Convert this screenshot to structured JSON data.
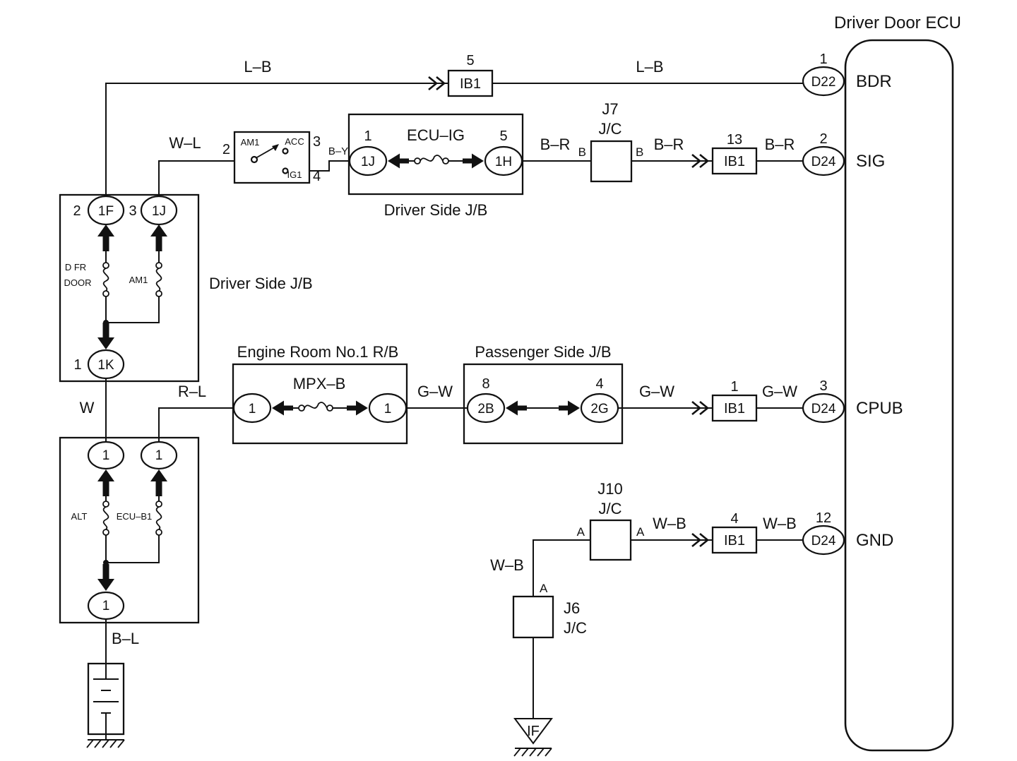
{
  "ecu": {
    "title": "Driver Door ECU",
    "pins": {
      "bdr": {
        "num": "1",
        "connector": "D22",
        "label": "BDR"
      },
      "sig": {
        "num": "2",
        "connector": "D24",
        "label": "SIG"
      },
      "cpub": {
        "num": "3",
        "connector": "D24",
        "label": "CPUB"
      },
      "gnd": {
        "num": "12",
        "connector": "D24",
        "label": "GND"
      }
    }
  },
  "bdr_row": {
    "wire_left": "L–B",
    "ib1_num": "5",
    "ib1": "IB1",
    "wire_right": "L–B"
  },
  "sig_row": {
    "wire_wl": "W–L",
    "ignition_switch": {
      "pin2": "2",
      "am1": "AM1",
      "acc": "ACC",
      "pin3": "3",
      "ig1": "IG1",
      "pin4": "4"
    },
    "wire_by": "B–Y",
    "jb": {
      "pin_1j": "1",
      "conn_1j": "1J",
      "fuse": "ECU–IG",
      "pin_1h": "5",
      "conn_1h": "1H",
      "label": "Driver Side J/B"
    },
    "wire_br_1": "B–R",
    "j7_name": "J7",
    "j7_type": "J/C",
    "j7_pin_left": "B",
    "j7_pin_right": "B",
    "wire_br_2": "B–R",
    "ib1_num": "13",
    "ib1": "IB1",
    "wire_br_3": "B–R"
  },
  "left_jb": {
    "pin_1f": "2",
    "conn_1f": "1F",
    "pin_1j": "3",
    "conn_1j": "1J",
    "switch_line1": "D FR",
    "switch_line2": "DOOR",
    "fuse_am1": "AM1",
    "pin_1k": "1",
    "conn_1k": "1K",
    "label": "Driver Side J/B"
  },
  "wire_w": "W",
  "fusible_box": {
    "conn_left": "1",
    "conn_right": "1",
    "fuse_alt": "ALT",
    "fuse_ecub1": "ECU–B1",
    "conn_bottom": "1"
  },
  "wire_bl": "B–L",
  "cpub_row": {
    "wire_rl": "R–L",
    "engine_rb": {
      "label": "Engine Room No.1 R/B",
      "conn_left": "1",
      "fuse": "MPX–B",
      "conn_right": "1"
    },
    "wire_gw_1": "G–W",
    "passenger_jb": {
      "label": "Passenger Side J/B",
      "pin_2b": "8",
      "conn_2b": "2B",
      "pin_2g": "4",
      "conn_2g": "2G"
    },
    "wire_gw_2": "G–W",
    "ib1_num": "1",
    "ib1": "IB1",
    "wire_gw_3": "G–W"
  },
  "gnd_row": {
    "j10_name": "J10",
    "j10_type": "J/C",
    "j10_pin_left": "A",
    "j10_pin_right": "A",
    "wire_wb_1": "W–B",
    "ib1_num": "4",
    "ib1": "IB1",
    "wire_wb_2": "W–B",
    "wire_wb_down": "W–B",
    "j6_pin": "A",
    "j6_name": "J6",
    "j6_type": "J/C",
    "ground_label": "IF"
  }
}
